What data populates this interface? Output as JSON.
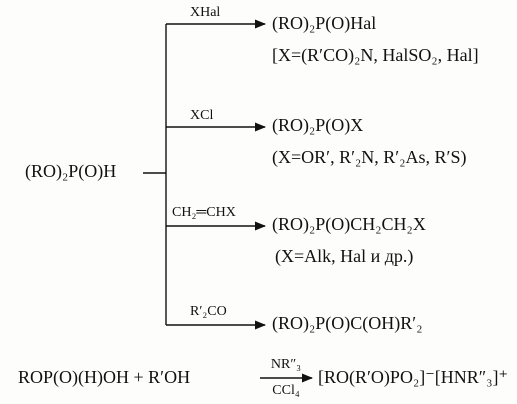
{
  "reactant": {
    "text": "(RO)₂P(O)H"
  },
  "branches": [
    {
      "reagent": "XHal",
      "product": "(RO)₂P(O)Hal",
      "note": "[X=(R′CO)₂N, HalSO₂, Hal]"
    },
    {
      "reagent": "XCl",
      "product": "(RO)₂P(O)X",
      "note": "(X=OR′, R′₂N, R′₂As, R′S)"
    },
    {
      "reagent": "CH₂═CHX",
      "product": "(RO)₂P(O)CH₂CH₂X",
      "note": "(X=Alk, Hal и др.)"
    },
    {
      "reagent": "R′₂CO",
      "product": "(RO)₂P(O)C(OH)R′₂",
      "note": ""
    }
  ],
  "bottom": {
    "left": "ROP(O)(H)OH + R′OH",
    "above_arrow": "NR″₃",
    "below_arrow": "CCl₄",
    "right": "[RO(R′O)PO₂]⁻[HNR″₃]⁺"
  }
}
